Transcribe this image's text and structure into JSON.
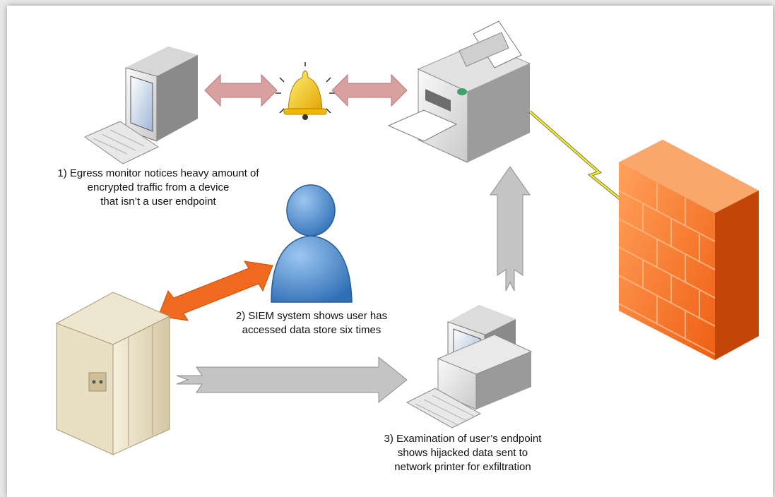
{
  "captions": {
    "step1": {
      "line1": "1) Egress monitor notices heavy amount of",
      "line2": "encrypted traffic from a device",
      "line3": "that isn’t a user endpoint"
    },
    "step2": {
      "line1": "2) SIEM system shows user has",
      "line2": "accessed data store six times"
    },
    "step3": {
      "line1": "3) Examination of user’s endpoint",
      "line2": "shows hijacked data sent to",
      "line3": "network printer for exfiltration"
    }
  },
  "icons": {
    "workstation": "workstation-icon",
    "alarm": "alarm-bell-icon",
    "printer": "network-printer-icon",
    "user": "user-icon",
    "server": "data-store-server-icon",
    "endpoint": "user-endpoint-icon",
    "firewall": "firewall-icon",
    "lightning": "lightning-bolt-icon"
  },
  "colors": {
    "pink_arrow": "#d9a0a0",
    "orange_arrow": "#ef6a1f",
    "gray_arrow": "#c4c4c4",
    "firewall": "#f27a2a",
    "user": "#4a86c6",
    "bell": "#f2c21a",
    "lightning": "#f5f020"
  }
}
